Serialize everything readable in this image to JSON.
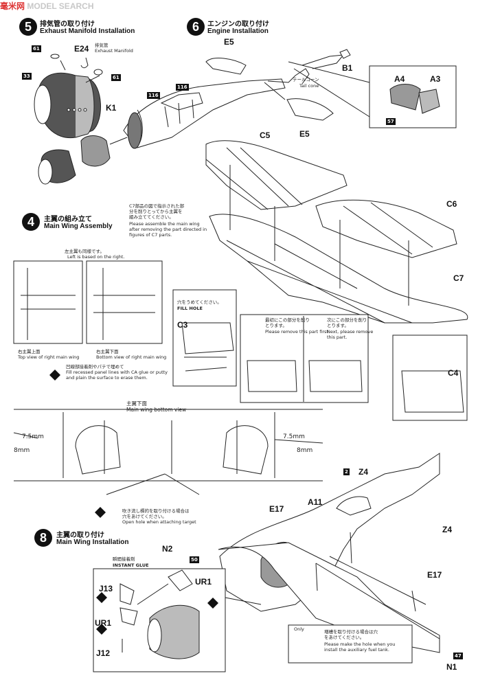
{
  "watermark": {
    "brand": "毫米网",
    "site": "MODEL SEARCH"
  },
  "step5": {
    "number": "5",
    "title_ja": "排気管の取り付け",
    "title_en": "Exhaust Manifold Installation"
  },
  "step6": {
    "number": "6",
    "title_ja": "エンジンの取り付け",
    "title_en": "Engine Installation"
  },
  "step4": {
    "number": "4",
    "title_ja": "主翼の組み立て",
    "title_en": "Main Wing Assembly"
  },
  "step8": {
    "number": "8",
    "title_ja": "主翼の取り付け",
    "title_en": "Main Wing Installation"
  },
  "parts": {
    "p61a": "61",
    "e24": "E24",
    "e24_ja": "排気管",
    "e24_en": "Exhaust Manifold",
    "p61b": "61",
    "p33": "33",
    "k1": "K1",
    "p116a": "116",
    "p116b": "116",
    "e5a": "E5",
    "b1": "B1",
    "tailcone_ja": "テールコーン",
    "tailcone_en": "Tail cone",
    "e5b": "E5",
    "a4": "A4",
    "a3": "A3",
    "p57": "57",
    "c5": "C5",
    "c6": "C6",
    "c7": "C7",
    "c3": "C3",
    "c4": "C4",
    "z4a": "Z4",
    "z4b": "Z4",
    "a11": "A11",
    "e17a": "E17",
    "e17b": "E17",
    "n2": "N2",
    "p50": "50",
    "j13": "J13",
    "ur1a": "UR1",
    "ur1b": "UR1",
    "j12": "J12",
    "n1": "N1",
    "p47": "47",
    "badge2": "2"
  },
  "notes": {
    "c7_ja": "C7部品の図で指示された部\n分を削りとってから主翼を\n組み立ててください。",
    "c7_en": "Please assemble the main wing\nafter removing the part directed in\nfigures of C7 parts.",
    "left_ja": "左主翼も同様です。",
    "left_en": "Left is based on the right.",
    "top_ja": "右主翼上面",
    "top_en": "Top view of right main wing",
    "bottom_ja": "右主翼下面",
    "bottom_en": "Bottom view of right main wing",
    "fill_ja": "凹線部接着剤やパテで埋めて",
    "fill_en": "Fill recessed panel lines with CA glue or putty\nand plain the surface to erase them.",
    "hole_ja": "穴をうめてください。",
    "hole_en": "FILL HOLE",
    "remove1_ja": "最初にこの部分を削り\nとります。",
    "remove1_en": "Please remove this part first",
    "remove2_ja": "次にこの部分を削り\nとります。",
    "remove2_en": "Next, please remove\nthis part.",
    "wingbottom_ja": "主翼下面",
    "wingbottom_en": "Main wing bottom view",
    "dim1": "7.5mm",
    "dim2": "8mm",
    "dim3": "7.5mm",
    "dim4": "8mm",
    "target_ja": "吹き流し標的を取り付ける場合は\n穴をあけてください。",
    "target_en": "Open hole when attaching target",
    "glue_ja": "瞬間接着剤",
    "glue_en": "INSTANT GLUE",
    "only": "Only",
    "tank_ja": "増槽を取り付ける場合は穴\nをあけてください。",
    "tank_en": "Please make the hole when you\ninstall the auxiliary fuel tank."
  }
}
